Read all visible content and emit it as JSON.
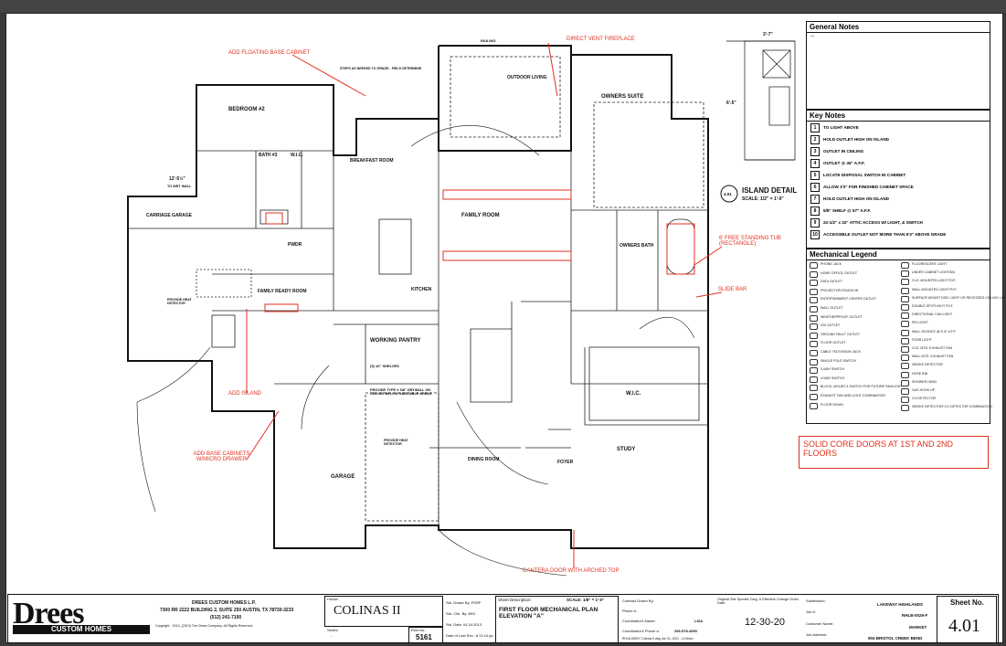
{
  "rooms": {
    "bedroom2": "BEDROOM #2",
    "bath3": "BATH #3",
    "wic_small": "W.I.C.",
    "breakfast": "BREAKFAST ROOM",
    "outdoor": "OUTDOOR LIVING",
    "owners_suite": "OWNERS SUITE",
    "carriage": "CARRIAGE GARAGE",
    "powder": "PWDR",
    "family": "FAMILY ROOM",
    "owners_bath": "OWNERS BATH",
    "family_ready": "FAMILY READY ROOM",
    "kitchen": "KITCHEN",
    "pantry": "WORKING PANTRY",
    "wic_large": "W.I.C.",
    "garage": "GARAGE",
    "dining": "DINING ROOM",
    "foyer": "FOYER",
    "study": "STUDY",
    "railing": "RAILING",
    "steps": "STEPS AS NEEDED TO GRADE - FIELD DETERMINE",
    "shelves": "(5) 16\" SHELVES",
    "drywall": "PROVIDE TYPE X 5/8\" DRYWALL ON CEILING BELOW HABITABLE AREAS",
    "heat_detector": "PROVIDE HEAT DETECTOR",
    "to_wet_wall": "TO WET WALL",
    "dim_12_5": "12'-5½\""
  },
  "redlines": {
    "floating_cabinet": "ADD FLOATING BASE CABINET",
    "fireplace": "DIRECT VENT FIREPLACE",
    "tub": "6' FREE STANDING TUB (RECTANGLE)",
    "slide_bar": "SLIDE BAR",
    "island": "ADD ISLAND",
    "base_cabinets": "ADD BASE CABINETS W/MICRO DRAWER",
    "cantera": "CANTERA DOOR WITH ARCHED TOP",
    "solid_core": "SOLID CORE DOORS AT 1ST AND 2ND FLOORS"
  },
  "island_detail": {
    "title": "ISLAND DETAIL",
    "scale": "SCALE: 1/2\" = 1'-0\"",
    "ref": "4.01",
    "dim_top": "3'-7\"",
    "dim_side": "6'-5\""
  },
  "general_notes": {
    "title": "General Notes",
    "body": "--"
  },
  "key_notes": {
    "title": "Key Notes",
    "items": [
      "TO LIGHT ABOVE",
      "HOLD OUTLET HIGH ON ISLAND",
      "OUTLET IN CEILING",
      "OUTLET @ 45\" A.F.F.",
      "LOCATE DISPOSAL SWITCH IN CABINET",
      "ALLOW 3'3\" FOR FINISHED CABINET SPACE",
      "HOLD OUTLET HIGH ON ISLAND",
      "5/8\" SHELF @ 57\" A.F.F.",
      "22-1/2\" x 32\" ATTIC ACCESS W/ LIGHT, & SWITCH",
      "ACCESSIBLE OUTLET NOT MORE THAN 6'3\" ABOVE GRADE"
    ]
  },
  "legend": {
    "title": "Mechanical Legend",
    "left": [
      "PHONE JACK",
      "HOME OFFICE OUTLET",
      "DATA OUTLET",
      "PROJECTOR ROUGH-IN",
      "ENTERTAINMENT CENTER OUTLET",
      "WALL OUTLET",
      "WEATHERPROOF OUTLET",
      "220 OUTLET",
      "GROUND FAULT OUTLET",
      "FLOOR OUTLET",
      "CABLE TELEVISION JACK",
      "SINGLE POLE SWITCH",
      "3-WAY SWITCH",
      "4-WAY SWITCH",
      "BLOCK, MOUNT & SWITCH FOR FUTURE FAN/LIGHT",
      "EXHAUST FAN AND LIGHT COMBINATION",
      "FLOOR DRAIN"
    ],
    "right": [
      "FLUORESCENT LIGHT",
      "UNDER CABINET LIGHTING",
      "CLG. MOUNTED LIGHT FIXT.",
      "WALL MOUNTED LIGHT FIXT.",
      "SURFACE MOUNT DISC LIGHT OR RECESSED CEILING LIGHT",
      "DOUBLE SPOTLIGHT FIXT.",
      "DIRECTIONAL CAN LIGHT",
      "PIN LIGHT",
      "WALL SCONCE @ 5'-6\" A.F.F.",
      "STAIR LIGHT",
      "CLG. MTD. EXHAUST FAN",
      "WALL MTD. EXHAUST FAN",
      "SMOKE DETECTOR",
      "HOSE BIB",
      "SHOWER HEAD",
      "GAS HOOK UP",
      "CO DETECTOR",
      "SMOKE DETECTOR/ CO DETECTOR COMBINATION"
    ]
  },
  "title_block": {
    "company": "DREES CUSTOM HOMES L.P.",
    "address": "7300 RR 2222 BUILDING 2, SUITE 250 AUSTIN, TX 78730-3233",
    "phone": "(512) 241-7100",
    "copyright": "Copyright - 2013, (2013) The Drees Company. All Rights Reserved.",
    "logo": "Drees",
    "logo_sub": "CUSTOM HOMES",
    "house_label": "House:",
    "house": "COLINAS II",
    "series_label": "Series:",
    "series": ".",
    "plan_label": "Plan No.:",
    "plan": "5161",
    "drawn_by": "Std. Drawn By:  FDRF",
    "chk_by": "Std. Chk. By:  ARC",
    "std_date": "Std. Date: 04.24.2013",
    "date_last": "Date of Last Rev.: 8.13.14 gs",
    "sheet_desc_label": "Sheet Description:",
    "scale": "SCALE: 1/8\" = 1'-0\"",
    "sheet_desc": "FIRST FLOOR MECHANICAL PLAN ELEVATION \"A\"",
    "contract_by": "Contract Drawn By:",
    "phone_no": "Phone #:",
    "coord_name": "Coordinator's Name:",
    "coord_name_val": "LISA",
    "coord_phone": "Coordinator's Phone #:",
    "coord_phone_val": "256-578-4553",
    "file": "RHLB-0029-F Colinas II.dwg  Jun 01, 2021 - 11:50am",
    "orig_label": "Original Site Specific Dwg. & Effective Change Order Date:",
    "date": "12-30-20",
    "subdivision_label": "Subdivision:",
    "subdivision": "LAKEWAY HIGHLANDS",
    "job_label": "Job #:",
    "job": "RHLB-0029-F",
    "customer_label": "Customer Name:",
    "customer": "MARKET",
    "job_addr_label": "Job Address:",
    "job_addr": "904 BRISTOL CREEK BEND",
    "sheet_no_label": "Sheet No.",
    "sheet_no": "4.01"
  }
}
